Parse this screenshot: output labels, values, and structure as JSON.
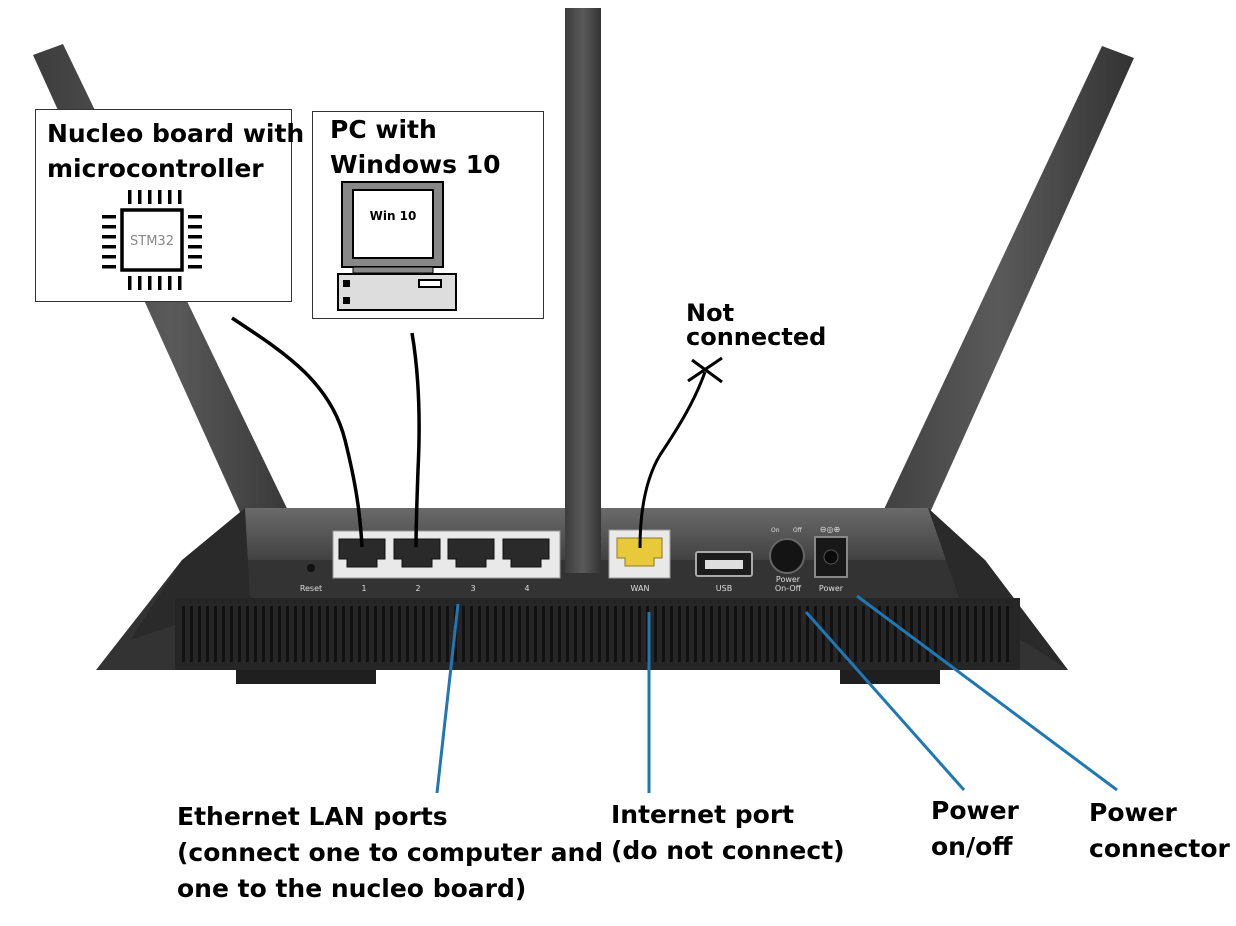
{
  "nucleo_box": {
    "title_line1": "Nucleo board with",
    "title_line2": "microcontroller",
    "chip_label": "STM32"
  },
  "pc_box": {
    "title_line1": "PC with",
    "title_line2": "Windows 10",
    "screen_label": "Win 10"
  },
  "not_connected": {
    "line1": "Not",
    "line2": "connected"
  },
  "router": {
    "reset_label": "Reset",
    "lan_port_labels": [
      "1",
      "2",
      "3",
      "4"
    ],
    "wan_label": "WAN",
    "usb_label": "USB",
    "power_switch_label_line1": "Power",
    "power_switch_label_line2": "On-Off",
    "switch_on_label": "On",
    "switch_off_label": "Off",
    "power_label": "Power"
  },
  "callouts": {
    "lan": {
      "line1": "Ethernet LAN ports",
      "line2": "(connect one to computer and",
      "line3": "one to the nucleo board)"
    },
    "internet": {
      "line1": "Internet port",
      "line2": "(do not connect)"
    },
    "power_onoff": {
      "line1": "Power",
      "line2": "on/off"
    },
    "power_connector": {
      "line1": "Power",
      "line2": "connector"
    }
  },
  "colors": {
    "router_body": "#3a3a3a",
    "router_face": "#2b2b2b",
    "antenna": "#4a4a4a",
    "callout_line": "#1f77b4",
    "wan_port": "#e8c93a",
    "cable": "#000000"
  }
}
